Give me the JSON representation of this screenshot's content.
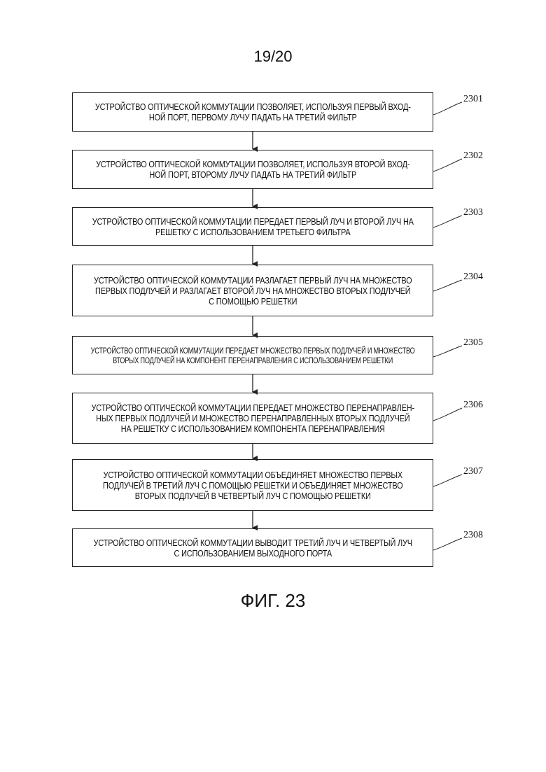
{
  "page_number": "19/20",
  "figure_caption": "ФИГ. 23",
  "steps": [
    {
      "number": "2301",
      "text": "УСТРОЙСТВО ОПТИЧЕСКОЙ КОММУТАЦИИ ПОЗВОЛЯЕТ, ИСПОЛЬЗУЯ ПЕРВЫЙ ВХОД-\nНОЙ ПОРТ, ПЕРВОМУ ЛУЧУ ПАДАТЬ НА ТРЕТИЙ ФИЛЬТР"
    },
    {
      "number": "2302",
      "text": "УСТРОЙСТВО ОПТИЧЕСКОЙ КОММУТАЦИИ ПОЗВОЛЯЕТ, ИСПОЛЬЗУЯ ВТОРОЙ ВХОД-\nНОЙ ПОРТ, ВТОРОМУ ЛУЧУ ПАДАТЬ НА ТРЕТИЙ ФИЛЬТР"
    },
    {
      "number": "2303",
      "text": "УСТРОЙСТВО ОПТИЧЕСКОЙ КОММУТАЦИИ ПЕРЕДАЕТ ПЕРВЫЙ ЛУЧ И ВТОРОЙ ЛУЧ НА\nРЕШЕТКУ С ИСПОЛЬЗОВАНИЕМ ТРЕТЬЕГО ФИЛЬТРА"
    },
    {
      "number": "2304",
      "text": "УСТРОЙСТВО ОПТИЧЕСКОЙ КОММУТАЦИИ РАЗЛАГАЕТ ПЕРВЫЙ ЛУЧ НА МНОЖЕСТВО\nПЕРВЫХ ПОДЛУЧЕЙ И РАЗЛАГАЕТ ВТОРОЙ ЛУЧ НА МНОЖЕСТВО ВТОРЫХ ПОДЛУЧЕЙ\nС ПОМОЩЬЮ РЕШЕТКИ"
    },
    {
      "number": "2305",
      "text": "УСТРОЙСТВО ОПТИЧЕСКОЙ КОММУТАЦИИ ПЕРЕДАЕТ МНОЖЕСТВО ПЕРВЫХ ПОДЛУЧЕЙ И МНОЖЕСТВО\nВТОРЫХ ПОДЛУЧЕЙ НА КОМПОНЕНТ ПЕРЕНАПРАВЛЕНИЯ С ИСПОЛЬЗОВАНИЕМ РЕШЕТКИ"
    },
    {
      "number": "2306",
      "text": "УСТРОЙСТВО ОПТИЧЕСКОЙ КОММУТАЦИИ ПЕРЕДАЕТ МНОЖЕСТВО ПЕРЕНАПРАВЛЕН-\nНЫХ ПЕРВЫХ ПОДЛУЧЕЙ И МНОЖЕСТВО ПЕРЕНАПРАВЛЕННЫХ ВТОРЫХ ПОДЛУЧЕЙ\nНА РЕШЕТКУ С ИСПОЛЬЗОВАНИЕМ КОМПОНЕНТА ПЕРЕНАПРАВЛЕНИЯ"
    },
    {
      "number": "2307",
      "text": "УСТРОЙСТВО ОПТИЧЕСКОЙ КОММУТАЦИИ ОБЪЕДИНЯЕТ МНОЖЕСТВО ПЕРВЫХ\nПОДЛУЧЕЙ В ТРЕТИЙ ЛУЧ С ПОМОЩЬЮ РЕШЕТКИ И ОБЪЕДИНЯЕТ МНОЖЕСТВО\nВТОРЫХ ПОДЛУЧЕЙ В ЧЕТВЕРТЫЙ ЛУЧ С ПОМОЩЬЮ РЕШЕТКИ"
    },
    {
      "number": "2308",
      "text": "УСТРОЙСТВО ОПТИЧЕСКОЙ КОММУТАЦИИ ВЫВОДИТ ТРЕТИЙ ЛУЧ И ЧЕТВЕРТЫЙ ЛУЧ\nС ИСПОЛЬЗОВАНИЕМ ВЫХОДНОГО ПОРТА"
    }
  ]
}
